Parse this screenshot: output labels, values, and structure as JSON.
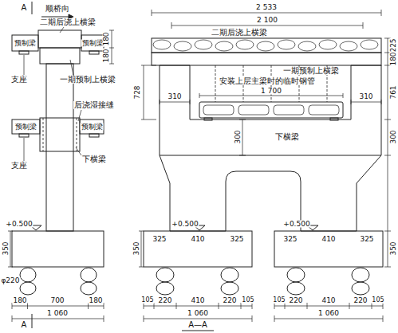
{
  "diagram": {
    "labels": [
      "A",
      "顺桥向",
      "二期后浇上横梁",
      "预制梁",
      "预制梁",
      "180",
      "180",
      "支座",
      "一期预制上横梁",
      "后浇湿接缝",
      "预制梁",
      "预制梁",
      "下横梁",
      "支座",
      "+0.500",
      "350",
      "φ220",
      "180",
      "700",
      "180",
      "1 060",
      "A",
      "2 533",
      "2 100",
      "二期后浇上横梁",
      "225",
      "180",
      "一期预制上横梁",
      "728",
      "761",
      "安装上层主梁时的临时钢管",
      "1 700",
      "310",
      "310",
      "下横梁",
      "300",
      "300",
      "+0.500",
      "+0.500",
      "350",
      "350",
      "325",
      "410",
      "325",
      "325",
      "410",
      "325",
      "105",
      "220",
      "410",
      "220",
      "105",
      "105",
      "220",
      "410",
      "220",
      "105",
      "1 060",
      "1 060",
      "A—A"
    ]
  }
}
